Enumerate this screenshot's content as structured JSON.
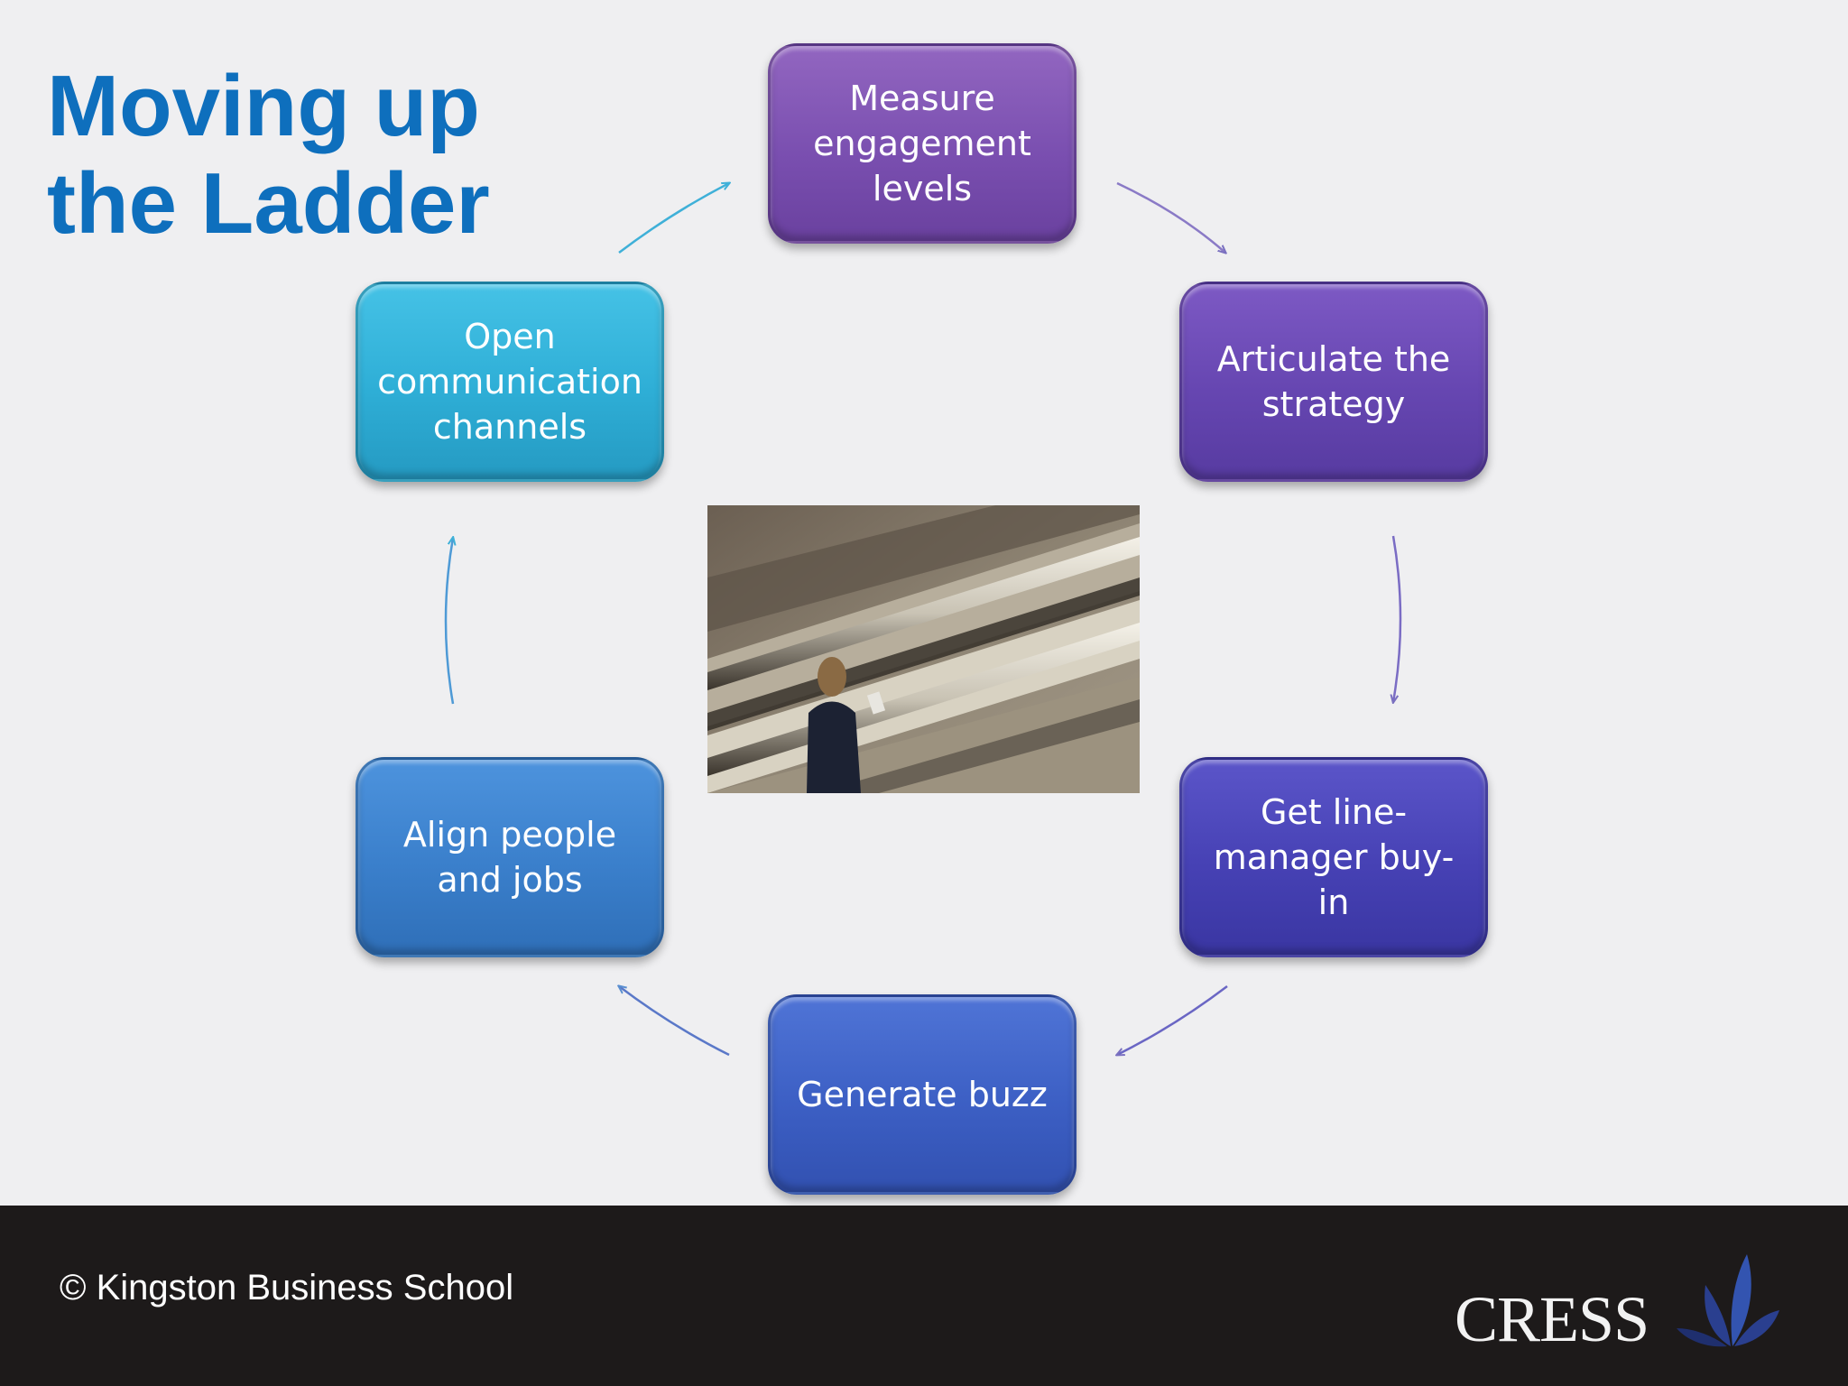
{
  "title": {
    "line1": "Moving up",
    "line2": "the Ladder"
  },
  "cycle": {
    "steps": [
      {
        "label": "Measure engagement levels",
        "color": "#7a4fb0"
      },
      {
        "label": "Articulate the strategy",
        "color": "#6646b1"
      },
      {
        "label": "Get line-manager buy-in",
        "color": "#4641b4"
      },
      {
        "label": "Generate buzz",
        "color": "#3c5fc4"
      },
      {
        "label": "Align people and jobs",
        "color": "#3a7fcb"
      },
      {
        "label": "Open communication channels",
        "color": "#2eaed6"
      }
    ],
    "arrow_color": "#8a8acb",
    "center_image": "escalator-photo"
  },
  "footer": {
    "copyright": "© Kingston Business School",
    "logo_text": "CRESS",
    "logo_icon": "cress-leaf-icon",
    "logo_color": "#2a3f8f"
  }
}
